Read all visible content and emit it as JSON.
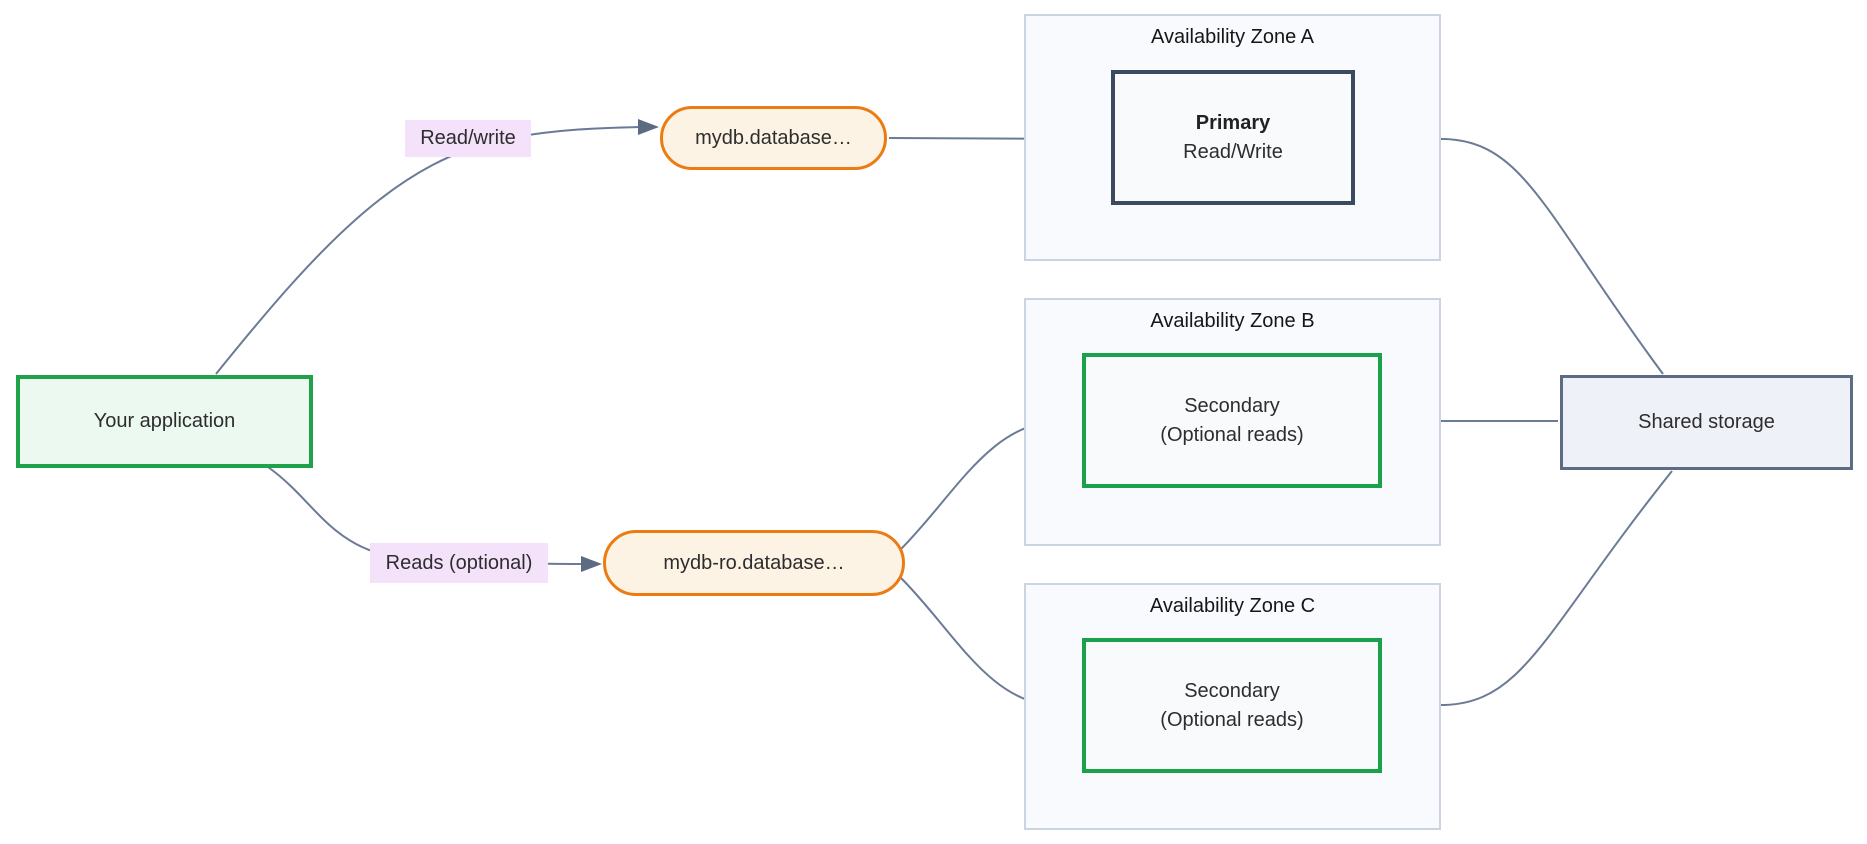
{
  "diagram": {
    "app_node": {
      "label": "Your application"
    },
    "edge_labels": {
      "read_write": "Read/write",
      "reads_optional": "Reads (optional)"
    },
    "endpoints": {
      "writer": "mydb.database…",
      "reader": "mydb-ro.database…"
    },
    "zones": [
      {
        "title": "Availability Zone A",
        "node": {
          "role": "primary",
          "title": "Primary",
          "subtitle": "Read/Write"
        }
      },
      {
        "title": "Availability Zone B",
        "node": {
          "role": "secondary",
          "title": "Secondary",
          "subtitle": "(Optional reads)"
        }
      },
      {
        "title": "Availability Zone C",
        "node": {
          "role": "secondary",
          "title": "Secondary",
          "subtitle": "(Optional reads)"
        }
      }
    ],
    "storage_node": {
      "label": "Shared storage"
    },
    "colors": {
      "app_border": "#1fa24a",
      "app_fill": "#ebf9f0",
      "endpoint_border": "#ec7c11",
      "endpoint_fill": "#fdf3e5",
      "edge_label_bg": "#f4e2fb",
      "zone_border": "#cbd4e2",
      "zone_fill": "#f8fafd",
      "primary_border": "#3b4a5f",
      "secondary_border": "#1aa24a",
      "storage_border": "#5e6c83",
      "storage_fill": "#eef1f7",
      "connector": "#6b7a96",
      "arrowhead": "#5c6b82",
      "text": "#2d2d2d"
    }
  }
}
